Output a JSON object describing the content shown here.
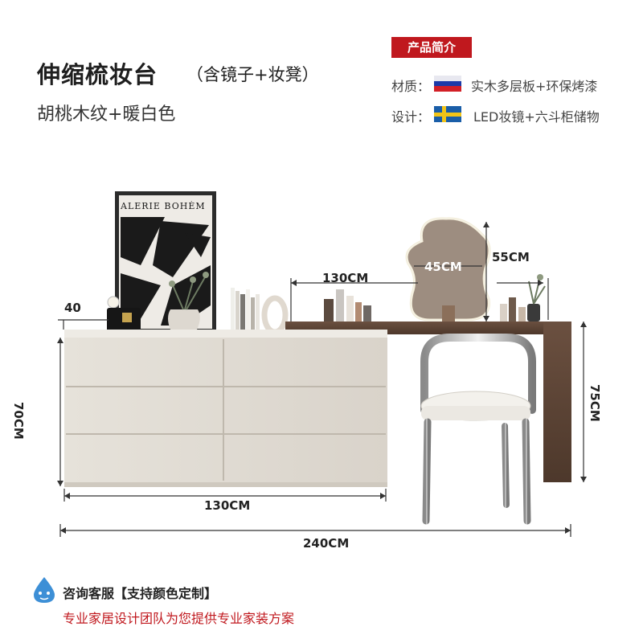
{
  "header": {
    "title": "伸缩梳妆台",
    "subtitle": "（含镜子+妆凳）",
    "color_line": "胡桃木纹+暖白色"
  },
  "intro": {
    "badge": "产品简介",
    "material_label": "材质：",
    "material_value": "实木多层板+环保烤漆",
    "design_label": "设计：",
    "design_value": "LED妆镜+六斗柜储物",
    "flags": [
      "russia-flag-icon",
      "sweden-flag-icon"
    ]
  },
  "artwork": {
    "poster_text": "ALERIE BOHÈM"
  },
  "dimensions": {
    "mirror_width": "45CM",
    "mirror_height": "55CM",
    "desk_top_width": "130CM",
    "cabinet_width": "130CM",
    "total_width": "240CM",
    "cabinet_height": "70CM",
    "desk_height": "75CM",
    "top_gap": "40"
  },
  "contact": {
    "title": "咨询客服【支持颜色定制】",
    "subtitle": "专业家居设计团队为您提供专业家装方案"
  },
  "colors": {
    "accent_red": "#c0181e",
    "walnut": "#5e4636",
    "cream": "#e2ddd5"
  }
}
